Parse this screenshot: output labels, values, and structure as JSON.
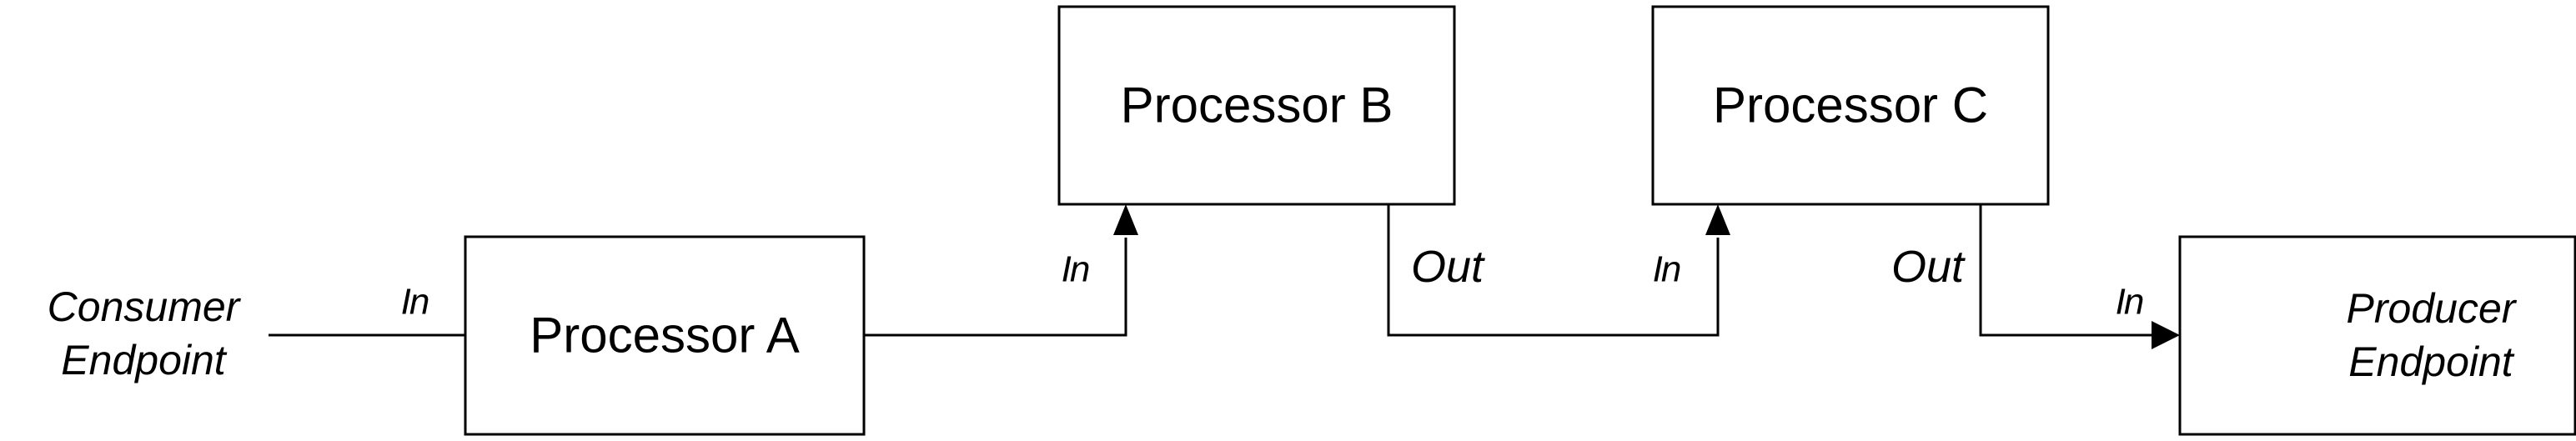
{
  "processors": {
    "a": "Processor A",
    "b": "Processor B",
    "c": "Processor C"
  },
  "endpoints": {
    "consumer": [
      "Consumer",
      "Endpoint"
    ],
    "producer": [
      "Producer",
      "Endpoint"
    ]
  },
  "ports": {
    "in": "In",
    "out": "Out"
  }
}
